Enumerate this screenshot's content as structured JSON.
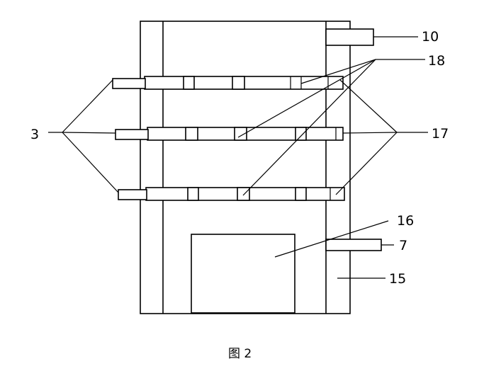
{
  "labels": {
    "l3": "3",
    "l10": "10",
    "l18": "18",
    "l17": "17",
    "l16": "16",
    "l7": "7",
    "l15": "15"
  },
  "caption": "图 2"
}
